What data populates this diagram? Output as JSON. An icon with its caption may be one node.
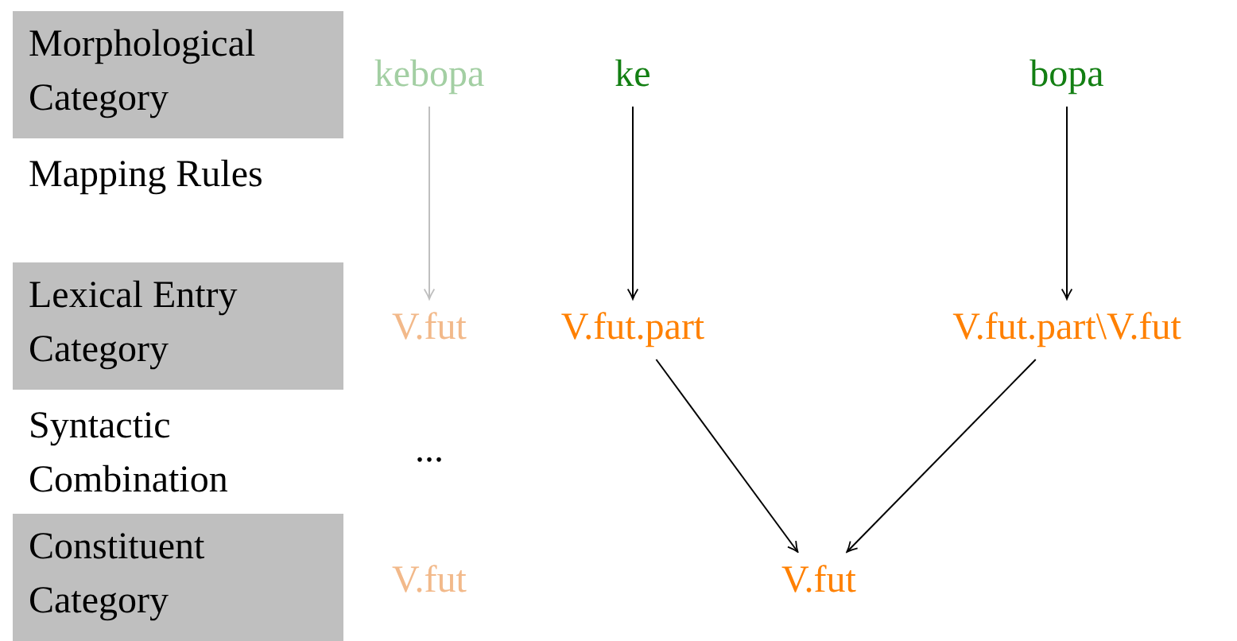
{
  "diagram": {
    "nodes": [
      {
        "text": [
          "Morphological Category"
        ]
      },
      {
        "text": [
          "Lexical Entry Category"
        ]
      },
      {
        "text": [
          "Constituent Category"
        ]
      },
      {
        "text": [
          "kebopa"
        ]
      },
      {
        "text": [
          "ke"
        ]
      },
      {
        "text": [
          "bopa"
        ]
      },
      {
        "text": [
          "V.fut"
        ]
      },
      {
        "text": [
          "V.fut.part"
        ]
      },
      {
        "text": [
          "V.fut.part\\V.fut"
        ]
      },
      {
        "text": [
          "V.fut"
        ]
      },
      {
        "text": [
          "V.fut"
        ]
      }
    ],
    "edges": [
      {
        "from": 3,
        "to": 6,
        "arrow": "to",
        "color": "#bfbfbf"
      },
      {
        "from": 4,
        "to": 7,
        "arrow": "to"
      },
      {
        "from": 5,
        "to": 8,
        "arrow": "to"
      },
      {
        "from": 7,
        "to": 10,
        "arrow": "to"
      },
      {
        "from": 8,
        "to": 10,
        "arrow": "to"
      }
    ],
    "labels": [
      "Mapping Rules",
      "Syntactic Combination",
      "..."
    ]
  }
}
